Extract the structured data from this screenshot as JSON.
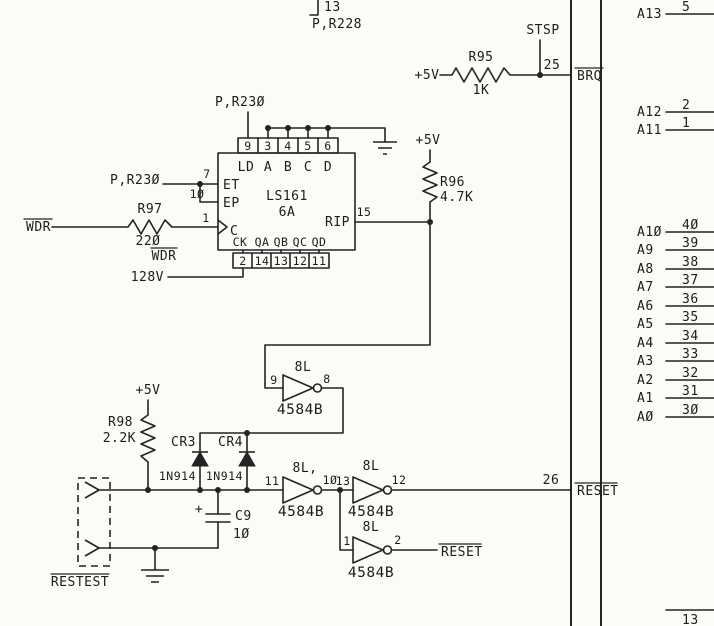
{
  "palette": {
    "ink": "#232323",
    "paper": "#fbfbf8"
  },
  "offpage": {
    "pin13": "13",
    "ref": "P,R228",
    "bottom_pin": "13"
  },
  "brq": {
    "stsp": "STSP",
    "v5": "+5V",
    "r_ref": "R95",
    "r_val": "1K",
    "pin": "25",
    "label": "BRQ"
  },
  "counter": {
    "load_ref": "P,R23Ø",
    "en_ref": "P,R23Ø",
    "part": "LS161",
    "loc": "6A",
    "top_labels": [
      "LD",
      "A",
      "B",
      "C",
      "D"
    ],
    "top_pins": [
      "9",
      "3",
      "4",
      "5",
      "6"
    ],
    "bot_labels": [
      "CK",
      "QA",
      "QB",
      "QC",
      "QD"
    ],
    "bot_pins": [
      "2",
      "14",
      "13",
      "12",
      "11"
    ],
    "et": "ET",
    "et_pin": "7",
    "ep": "EP",
    "ep_pin": "1Ø",
    "clk": "C",
    "clk_pin": "1",
    "rip": "RIP",
    "rip_pin": "15",
    "v128": "128V"
  },
  "wdr": {
    "label": "WDR",
    "label2": "WDR",
    "r_ref": "R97",
    "r_val": "22Ø"
  },
  "r96": {
    "v5": "+5V",
    "ref": "R96",
    "val": "4.7K"
  },
  "por": {
    "v5": "+5V",
    "r_ref": "R98",
    "r_val": "2.2K",
    "d1_ref": "CR3",
    "d1_part": "1N914",
    "d2_ref": "CR4",
    "d2_part": "1N914",
    "cap_plus": "+",
    "cap_ref": "C9",
    "cap_val": "1Ø",
    "conn": "RESTEST",
    "pin": "26",
    "reset": "RESET",
    "reset2": "RESET"
  },
  "inv": [
    {
      "gate": "8L",
      "pin_in": "9",
      "pin_out": "8",
      "part": "4584B"
    },
    {
      "gate": "8L,",
      "pin_in": "11",
      "pin_out": "1Ø",
      "part": "4584B"
    },
    {
      "gate": "8L",
      "pin_in": "13",
      "pin_out": "12",
      "part": "4584B"
    },
    {
      "gate": "8L",
      "pin_in": "1",
      "pin_out": "2",
      "part": "4584B"
    }
  ],
  "bus": [
    {
      "label": "A13",
      "pin": "5"
    },
    {
      "label": "A12",
      "pin": "2"
    },
    {
      "label": "A11",
      "pin": "1"
    },
    {
      "label": "A1Ø",
      "pin": "4Ø"
    },
    {
      "label": "A9",
      "pin": "39"
    },
    {
      "label": "A8",
      "pin": "38"
    },
    {
      "label": "A7",
      "pin": "37"
    },
    {
      "label": "A6",
      "pin": "36"
    },
    {
      "label": "A5",
      "pin": "35"
    },
    {
      "label": "A4",
      "pin": "34"
    },
    {
      "label": "A3",
      "pin": "33"
    },
    {
      "label": "A2",
      "pin": "32"
    },
    {
      "label": "A1",
      "pin": "31"
    },
    {
      "label": "AØ",
      "pin": "3Ø"
    }
  ]
}
